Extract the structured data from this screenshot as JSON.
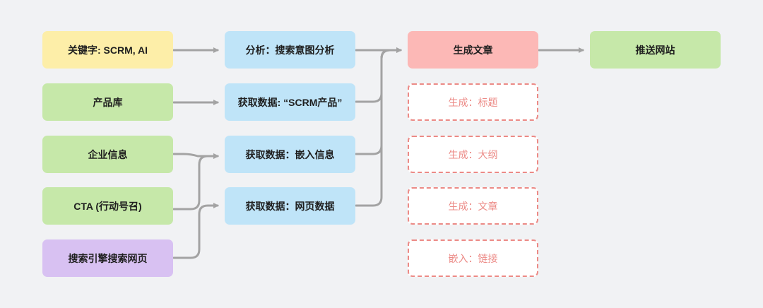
{
  "inputs": {
    "keywords": "关键字: SCRM, AI",
    "product_library": "产品库",
    "company_info": "企业信息",
    "cta": "CTA (行动号召)",
    "search_engine_pages": "搜索引擎搜索网页"
  },
  "steps": {
    "analysis": "分析：搜索意图分析",
    "fetch_scrm": "获取数据: “SCRM产品”",
    "fetch_embed": "获取数据：嵌入信息",
    "fetch_web": "获取数据：网页数据"
  },
  "generate_article": "生成文章",
  "push_site": "推送网站",
  "subtasks": {
    "title": "生成：标题",
    "outline": "生成：大纲",
    "article": "生成：文章",
    "links": "嵌入：链接"
  },
  "colors": {
    "background": "#f1f2f4",
    "input_yellow": "#fdeea8",
    "input_green": "#c6e8a9",
    "input_purple": "#d8c1f2",
    "step_blue": "#bfe4f8",
    "generate_red": "#fcb8b6",
    "dashed_border": "#ec8a86",
    "arrow_gray": "#a3a3a3"
  }
}
